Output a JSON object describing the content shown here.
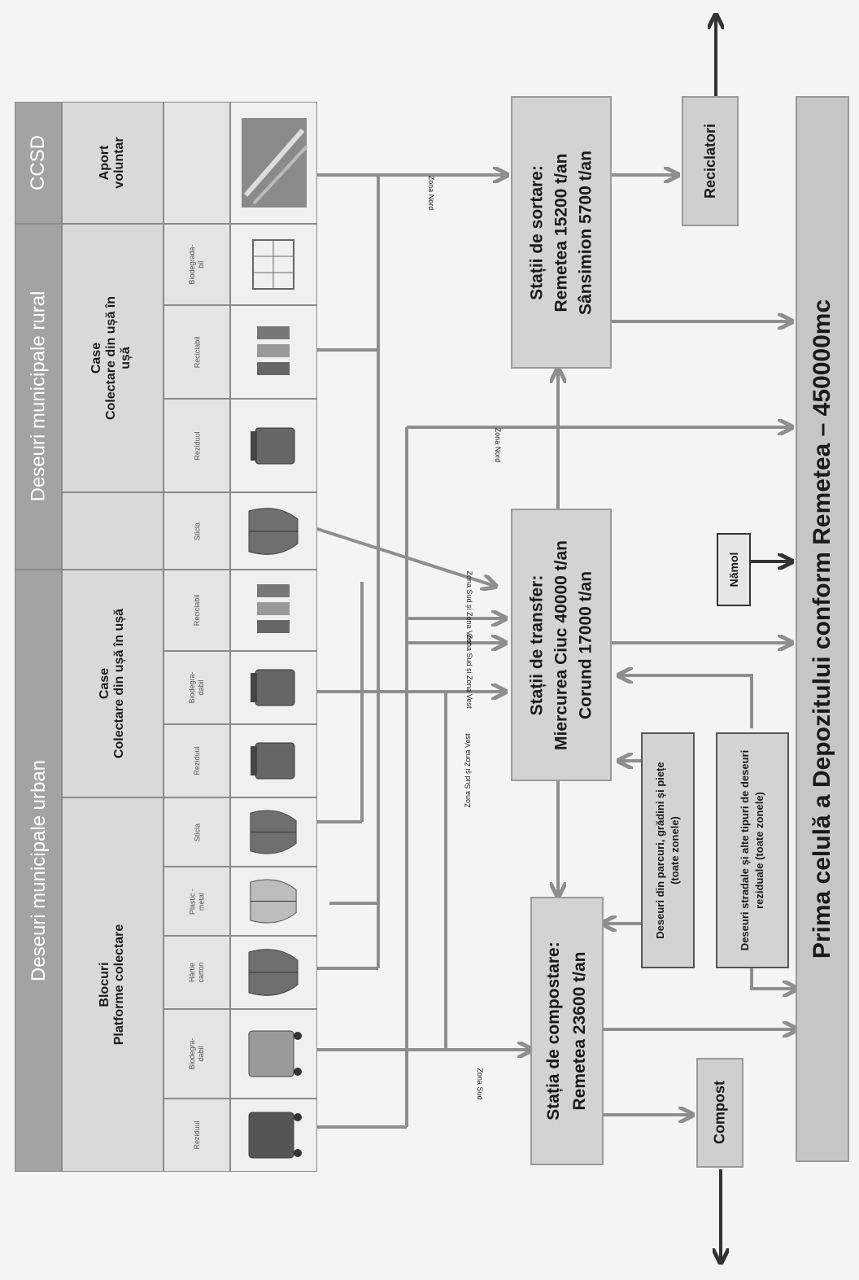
{
  "table": {
    "title_urban": "Deseuri municipale urban",
    "title_rural": "Deseuri municipale rural",
    "title_ccsd": "CCSD",
    "group_urban_blocks": "Blocuri\nPlatforme colectare",
    "group_urban_houses": "Case\nColectare din ușă în ușă",
    "group_rural_houses": "Case\nColectare din ușă în\nușă",
    "group_ccsd": "Aport\nvoluntar",
    "bin_labels": [
      "Reziduul",
      "Biodegra-\ndabil",
      "Hârtie\ncarton",
      "Plastic -\nmetal",
      "Sticla",
      "Reziduul",
      "Biodegra-\ndabil",
      "Reciclabil",
      "Sticla",
      "Reziduul",
      "Reciclabil",
      "Biodegrada-\nbil"
    ]
  },
  "stations": {
    "sorting": {
      "title": "Stații de sortare:",
      "line1": "Remetea 15200  t/an",
      "line2": "Sânsimion 5700 t/an"
    },
    "transfer": {
      "title": "Stații de transfer:",
      "line1": "Miercurea Ciuc 40000 t/an",
      "line2": "Corund 17000 t/an"
    },
    "composting": {
      "title": "Stația de compostare:",
      "line1": "Remetea 23600 t/an"
    }
  },
  "side_boxes": {
    "recyclers": "Reciclatori",
    "compost": "Compost",
    "sludge": "Nămol",
    "parks": "Deseuri din parcuri, grădini și piețe (toate zonele)",
    "street": "Deseuri stradale și alte tipuri de deseuri reziduale (toate zonele)"
  },
  "landfill": "Prima celulă a Depozitului conform Remetea – 450000mc",
  "zone_labels": {
    "zone_nord_1": "Zona Nord",
    "zone_nord_2": "Zona Nord",
    "zone_sud_vest_1": "Zona Sud și Zona Vest",
    "zone_sud_vest_2": "Zona Sud și Zona Vest",
    "zone_sud_vest_3": "Zona Sud și Zona Vest",
    "zone_sud_bottom": "Zona Sud"
  },
  "colors": {
    "header": "#a3a3a3",
    "cell": "#d9d9d9",
    "box": "#d3d3d3",
    "arrow": "#8e8e8e"
  }
}
